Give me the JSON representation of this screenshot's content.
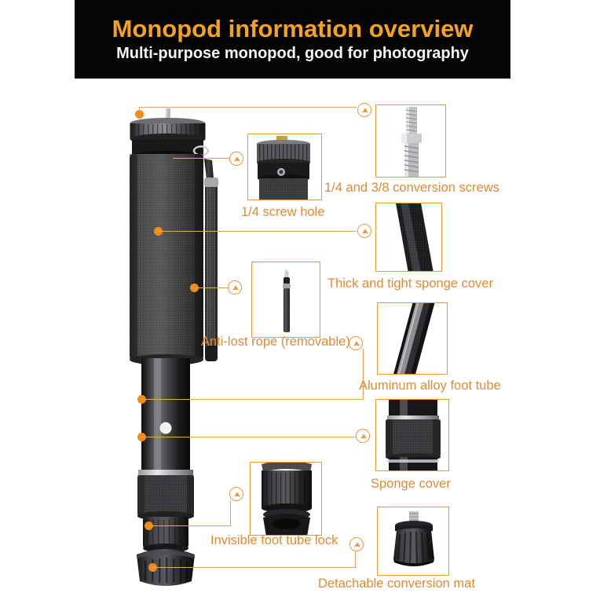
{
  "header": {
    "title": "Monopod information overview",
    "subtitle": "Multi-purpose monopod, good for photography",
    "title_color": "#f5a31c",
    "subtitle_color": "#f4f4f4",
    "background": "#050505"
  },
  "theme": {
    "accent": "#e8983f",
    "caption_color": "#e08a33",
    "dot_color": "#f08c1a",
    "line_color": "#e8a35c",
    "page_background": "#ffffff"
  },
  "product": {
    "name": "monopod",
    "alt": "Black aluminum alloy monopod with sponge grip and wrist strap"
  },
  "callouts": [
    {
      "id": "screw-hole",
      "label": "1/4 screw hole",
      "marker_icon": "up-chevron-circle-icon",
      "thumb_name": "thumb-screw-hole",
      "thumb_alt": "Close-up of knurled mounting head with 1/4 screw hole"
    },
    {
      "id": "conversion-screws",
      "label": "1/4 and 3/8 conversion screws",
      "marker_icon": "up-chevron-circle-icon",
      "thumb_name": "thumb-conversion-screws",
      "thumb_alt": "Silver dual-thread conversion screw"
    },
    {
      "id": "sponge-cover-thick",
      "label": "Thick and tight sponge cover",
      "marker_icon": "up-chevron-circle-icon",
      "thumb_name": "thumb-thick-sponge",
      "thumb_alt": "Diagonal close-up of black sponge grip surface"
    },
    {
      "id": "anti-lost-rope",
      "label": "Anti-lost rope (removable)",
      "marker_icon": "up-chevron-circle-icon",
      "thumb_name": "thumb-anti-lost-rope",
      "thumb_alt": "Black woven wrist strap with metal loop"
    },
    {
      "id": "aluminum-foot-tube",
      "label": "Aluminum alloy foot tube",
      "marker_icon": "up-chevron-circle-icon",
      "thumb_name": "thumb-aluminum-tube",
      "thumb_alt": "Glossy black aluminum alloy tube section"
    },
    {
      "id": "sponge-cover",
      "label": "Sponge cover",
      "marker_icon": "up-chevron-circle-icon",
      "thumb_name": "thumb-sponge-cover",
      "thumb_alt": "Sponge cover ring wrapped around tube"
    },
    {
      "id": "foot-tube-lock",
      "label": "Invisible foot tube lock",
      "marker_icon": "up-chevron-circle-icon",
      "thumb_name": "thumb-foot-tube-lock",
      "thumb_alt": "Ribbed twist lock collar on lower tube"
    },
    {
      "id": "conversion-mat",
      "label": "Detachable conversion mat",
      "marker_icon": "up-chevron-circle-icon",
      "thumb_name": "thumb-conversion-mat",
      "thumb_alt": "Detachable rubber conversion foot with metal screw"
    }
  ]
}
